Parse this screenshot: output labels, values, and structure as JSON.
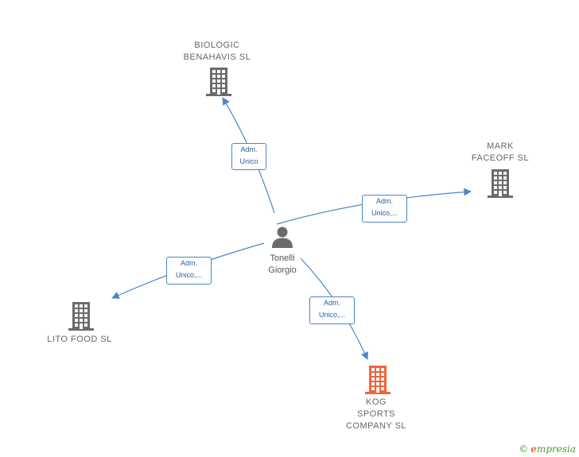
{
  "colors": {
    "edge": "#4a86c8",
    "building_default": "#6b6b6b",
    "building_highlight": "#f0643a",
    "person": "#6b6b6b"
  },
  "person": {
    "name": "Tonelli\nGiorgio",
    "icon": "person-icon"
  },
  "companies": [
    {
      "id": "biologic",
      "name": "BIOLOGIC\nBENAHAVIS  SL",
      "icon": "building-icon",
      "highlight": false
    },
    {
      "id": "mark",
      "name": "MARK\nFACEOFF  SL",
      "icon": "building-icon",
      "highlight": false
    },
    {
      "id": "lito",
      "name": "LITO FOOD  SL",
      "icon": "building-icon",
      "highlight": false
    },
    {
      "id": "kog",
      "name": "KOG\nSPORTS\nCOMPANY  SL",
      "icon": "building-icon",
      "highlight": true
    }
  ],
  "edges": [
    {
      "to": "biologic",
      "label": "Adm.\nUnico"
    },
    {
      "to": "mark",
      "label": "Adm.\nUnico,..."
    },
    {
      "to": "lito",
      "label": "Adm.\nUnico,..."
    },
    {
      "to": "kog",
      "label": "Adm.\nUnico,..."
    }
  ],
  "brand": {
    "copyright": "©",
    "initial": "e",
    "rest": "mpresia"
  }
}
